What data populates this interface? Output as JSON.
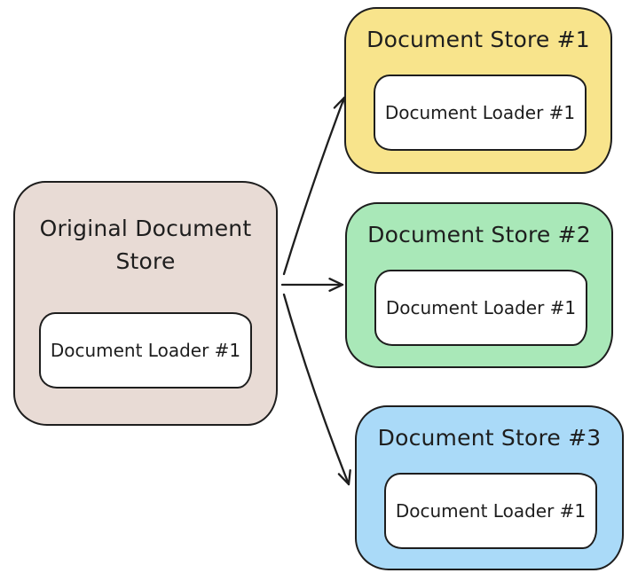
{
  "background": "#ffffff",
  "stroke": "#1e1e1e",
  "diagram": {
    "nodes": {
      "original": {
        "title": "Original Document Store",
        "fill": "#e8dbd5",
        "loader": {
          "label": "Document Loader #1",
          "fill": "#ffffff"
        }
      },
      "store1": {
        "title": "Document Store #1",
        "fill": "#f8e48c",
        "loader": {
          "label": "Document Loader #1",
          "fill": "#ffffff"
        }
      },
      "store2": {
        "title": "Document Store #2",
        "fill": "#a9e8b8",
        "loader": {
          "label": "Document Loader #1",
          "fill": "#ffffff"
        }
      },
      "store3": {
        "title": "Document Store #3",
        "fill": "#aadaf8",
        "loader": {
          "label": "Document Loader #1",
          "fill": "#ffffff"
        }
      }
    },
    "connections": [
      {
        "from": "original",
        "to": "store1"
      },
      {
        "from": "original",
        "to": "store2"
      },
      {
        "from": "original",
        "to": "store3"
      }
    ]
  }
}
